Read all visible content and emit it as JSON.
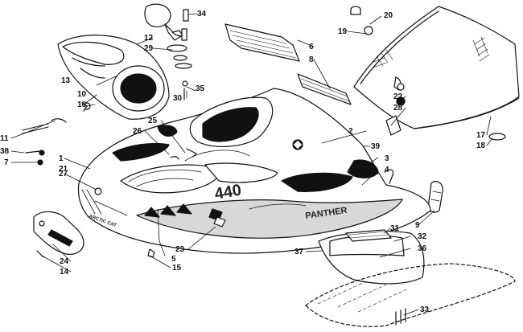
{
  "diagram": {
    "callouts": {
      "c1": "1",
      "c2": "2",
      "c3": "3",
      "c4": "4",
      "c5": "5",
      "c6": "6",
      "c7": "7",
      "c8": "8",
      "c9": "9",
      "c10": "10",
      "c11": "11",
      "c12": "12",
      "c13": "13",
      "c14": "14",
      "c15": "15",
      "c16": "16",
      "c17": "17",
      "c18": "18",
      "c19": "19",
      "c20": "20",
      "c21": "21",
      "c22": "22",
      "c23": "23",
      "c24": "24",
      "c25": "25",
      "c26": "26",
      "c27": "27",
      "c28": "28",
      "c29": "29",
      "c30": "30",
      "c31": "31",
      "c32": "32",
      "c33": "33",
      "c34": "34",
      "c35": "35",
      "c36": "36",
      "c37": "37",
      "c38": "38",
      "c39": "39"
    },
    "decals": {
      "engine_size": "440",
      "brand": "ARCTIC CAT",
      "model": "PANTHER"
    }
  }
}
